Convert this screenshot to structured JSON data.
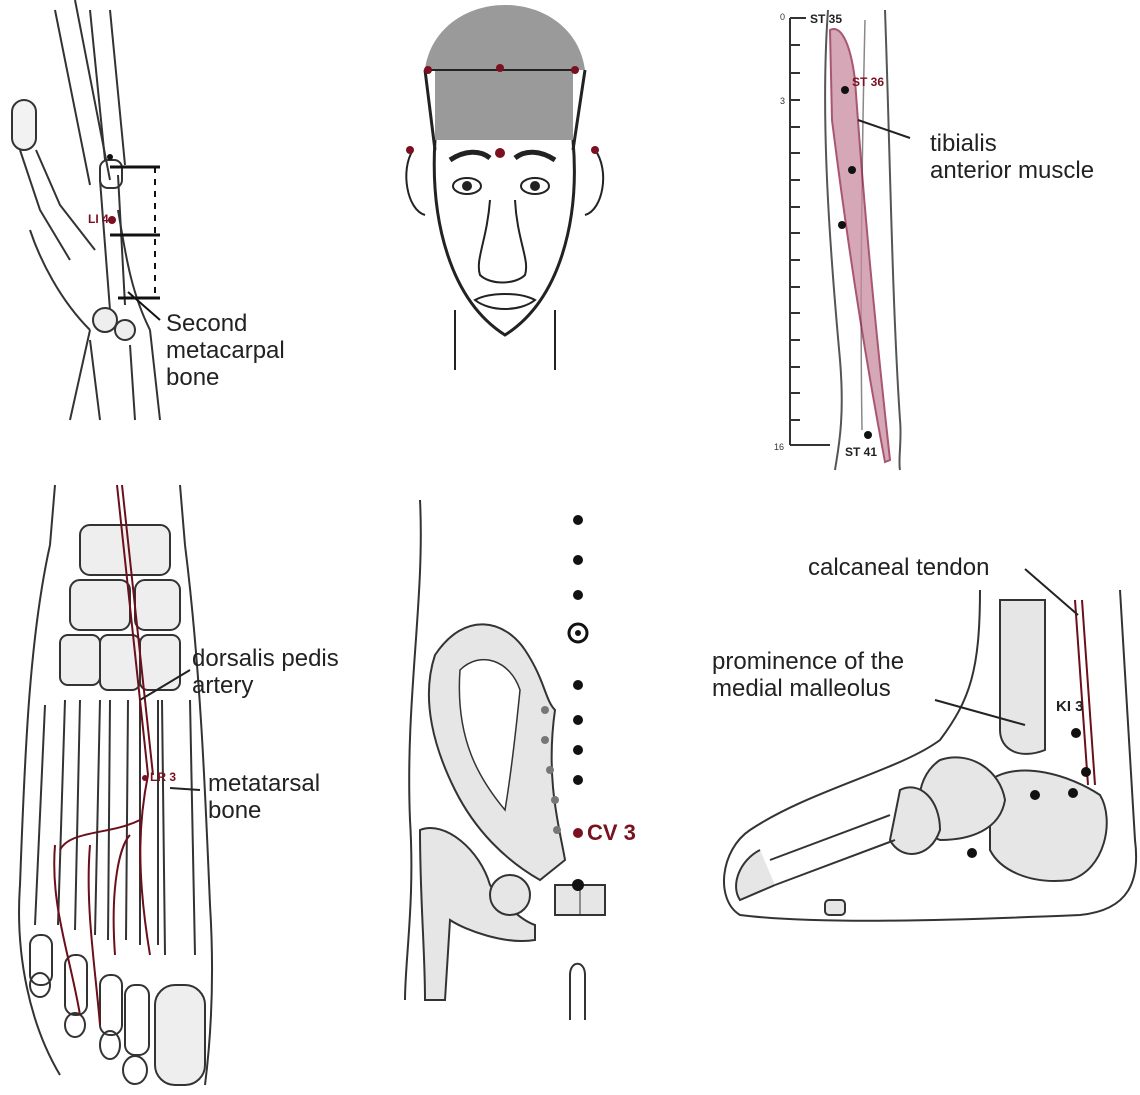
{
  "colors": {
    "outline": "#333333",
    "bone_fill": "#e6e6e6",
    "hair_fill": "#9a9a9a",
    "point_red": "#7a1020",
    "vessel": "#6b0f1a",
    "muscle_fill": "#c98aa0"
  },
  "hand": {
    "label": "Second\nmetacarpal\nbone",
    "point": "LI 4"
  },
  "leg": {
    "label": "tibialis\nanterior muscle",
    "points": [
      "ST 35",
      "ST 36",
      "ST 41"
    ],
    "scale_top": "0",
    "scale_mid": "3",
    "scale_bottom": "16"
  },
  "foot": {
    "label_artery": "dorsalis pedis\nartery",
    "label_bone": "metatarsal\nbone",
    "point": "LR 3"
  },
  "pelvis": {
    "point": "CV 3"
  },
  "ankle": {
    "label_tendon": "calcaneal tendon",
    "label_malleolus": "prominence of the\nmedial malleolus",
    "point": "KI 3"
  }
}
